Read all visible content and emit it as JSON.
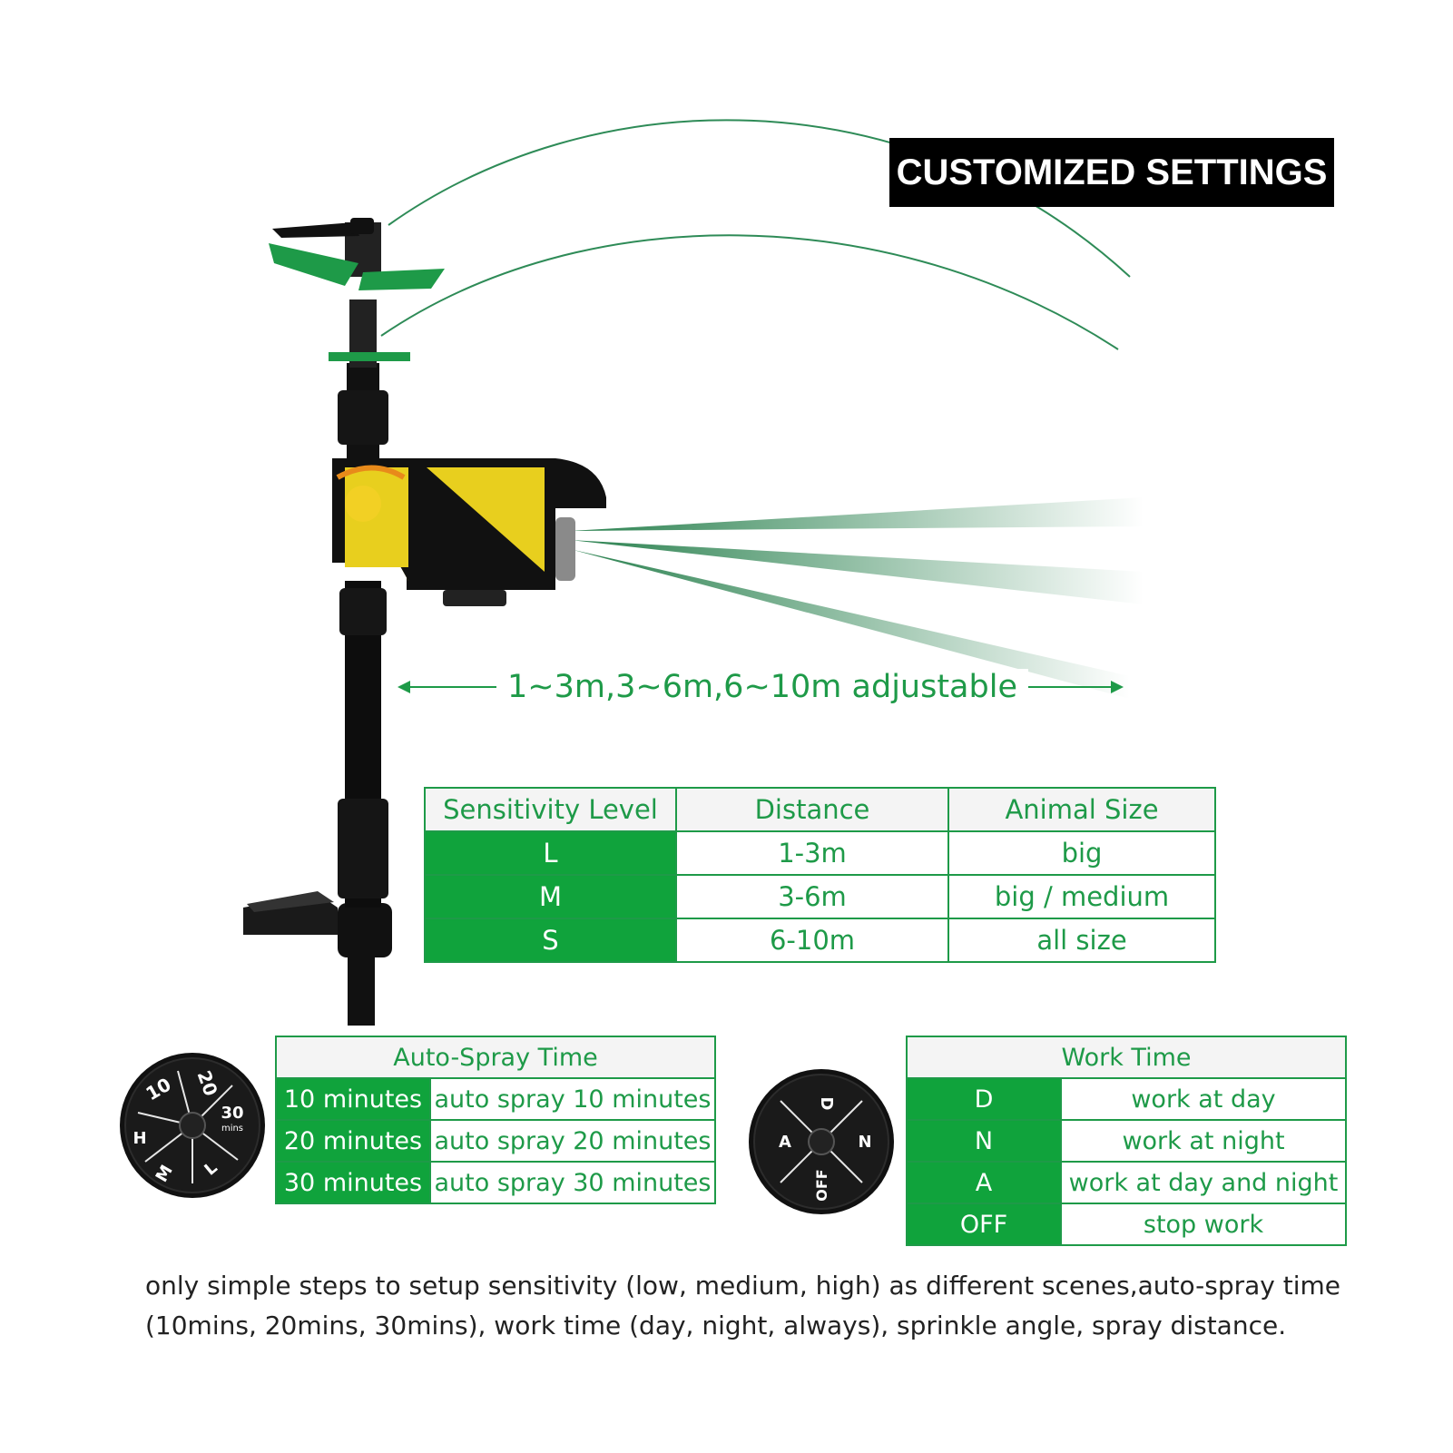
{
  "title": "CUSTOMIZED SETTINGS",
  "range_label": "1~3m,3~6m,6~10m adjustable",
  "colors": {
    "green": "#1e9a48",
    "key_green": "#10a33c",
    "yellow": "#e8cf1e",
    "black": "#111111"
  },
  "sensitivity_table": {
    "headers": [
      "Sensitivity Level",
      "Distance",
      "Animal Size"
    ],
    "rows": [
      [
        "L",
        "1-3m",
        "big"
      ],
      [
        "M",
        "3-6m",
        "big / medium"
      ],
      [
        "S",
        "6-10m",
        "all size"
      ]
    ]
  },
  "spray_table": {
    "header": "Auto-Spray Time",
    "rows": [
      [
        "10 minutes",
        "auto spray 10 minutes"
      ],
      [
        "20 minutes",
        "auto spray 20 minutes"
      ],
      [
        "30 minutes",
        "auto spray 30 minutes"
      ]
    ]
  },
  "work_table": {
    "header": "Work Time",
    "rows": [
      [
        "D",
        "work at day"
      ],
      [
        "N",
        "work at night"
      ],
      [
        "A",
        "work at day and night"
      ],
      [
        "OFF",
        "stop work"
      ]
    ]
  },
  "knob_spray": {
    "labels": [
      "10",
      "20",
      "30",
      "H",
      "M",
      "L"
    ],
    "unit": "mins"
  },
  "knob_work": {
    "labels": [
      "D",
      "N",
      "A",
      "OFF"
    ]
  },
  "caption": "only simple steps to setup sensitivity (low, medium, high) as different scenes,auto-spray time (10mins, 20mins, 30mins), work time (day, night, always), sprinkle angle, spray distance."
}
